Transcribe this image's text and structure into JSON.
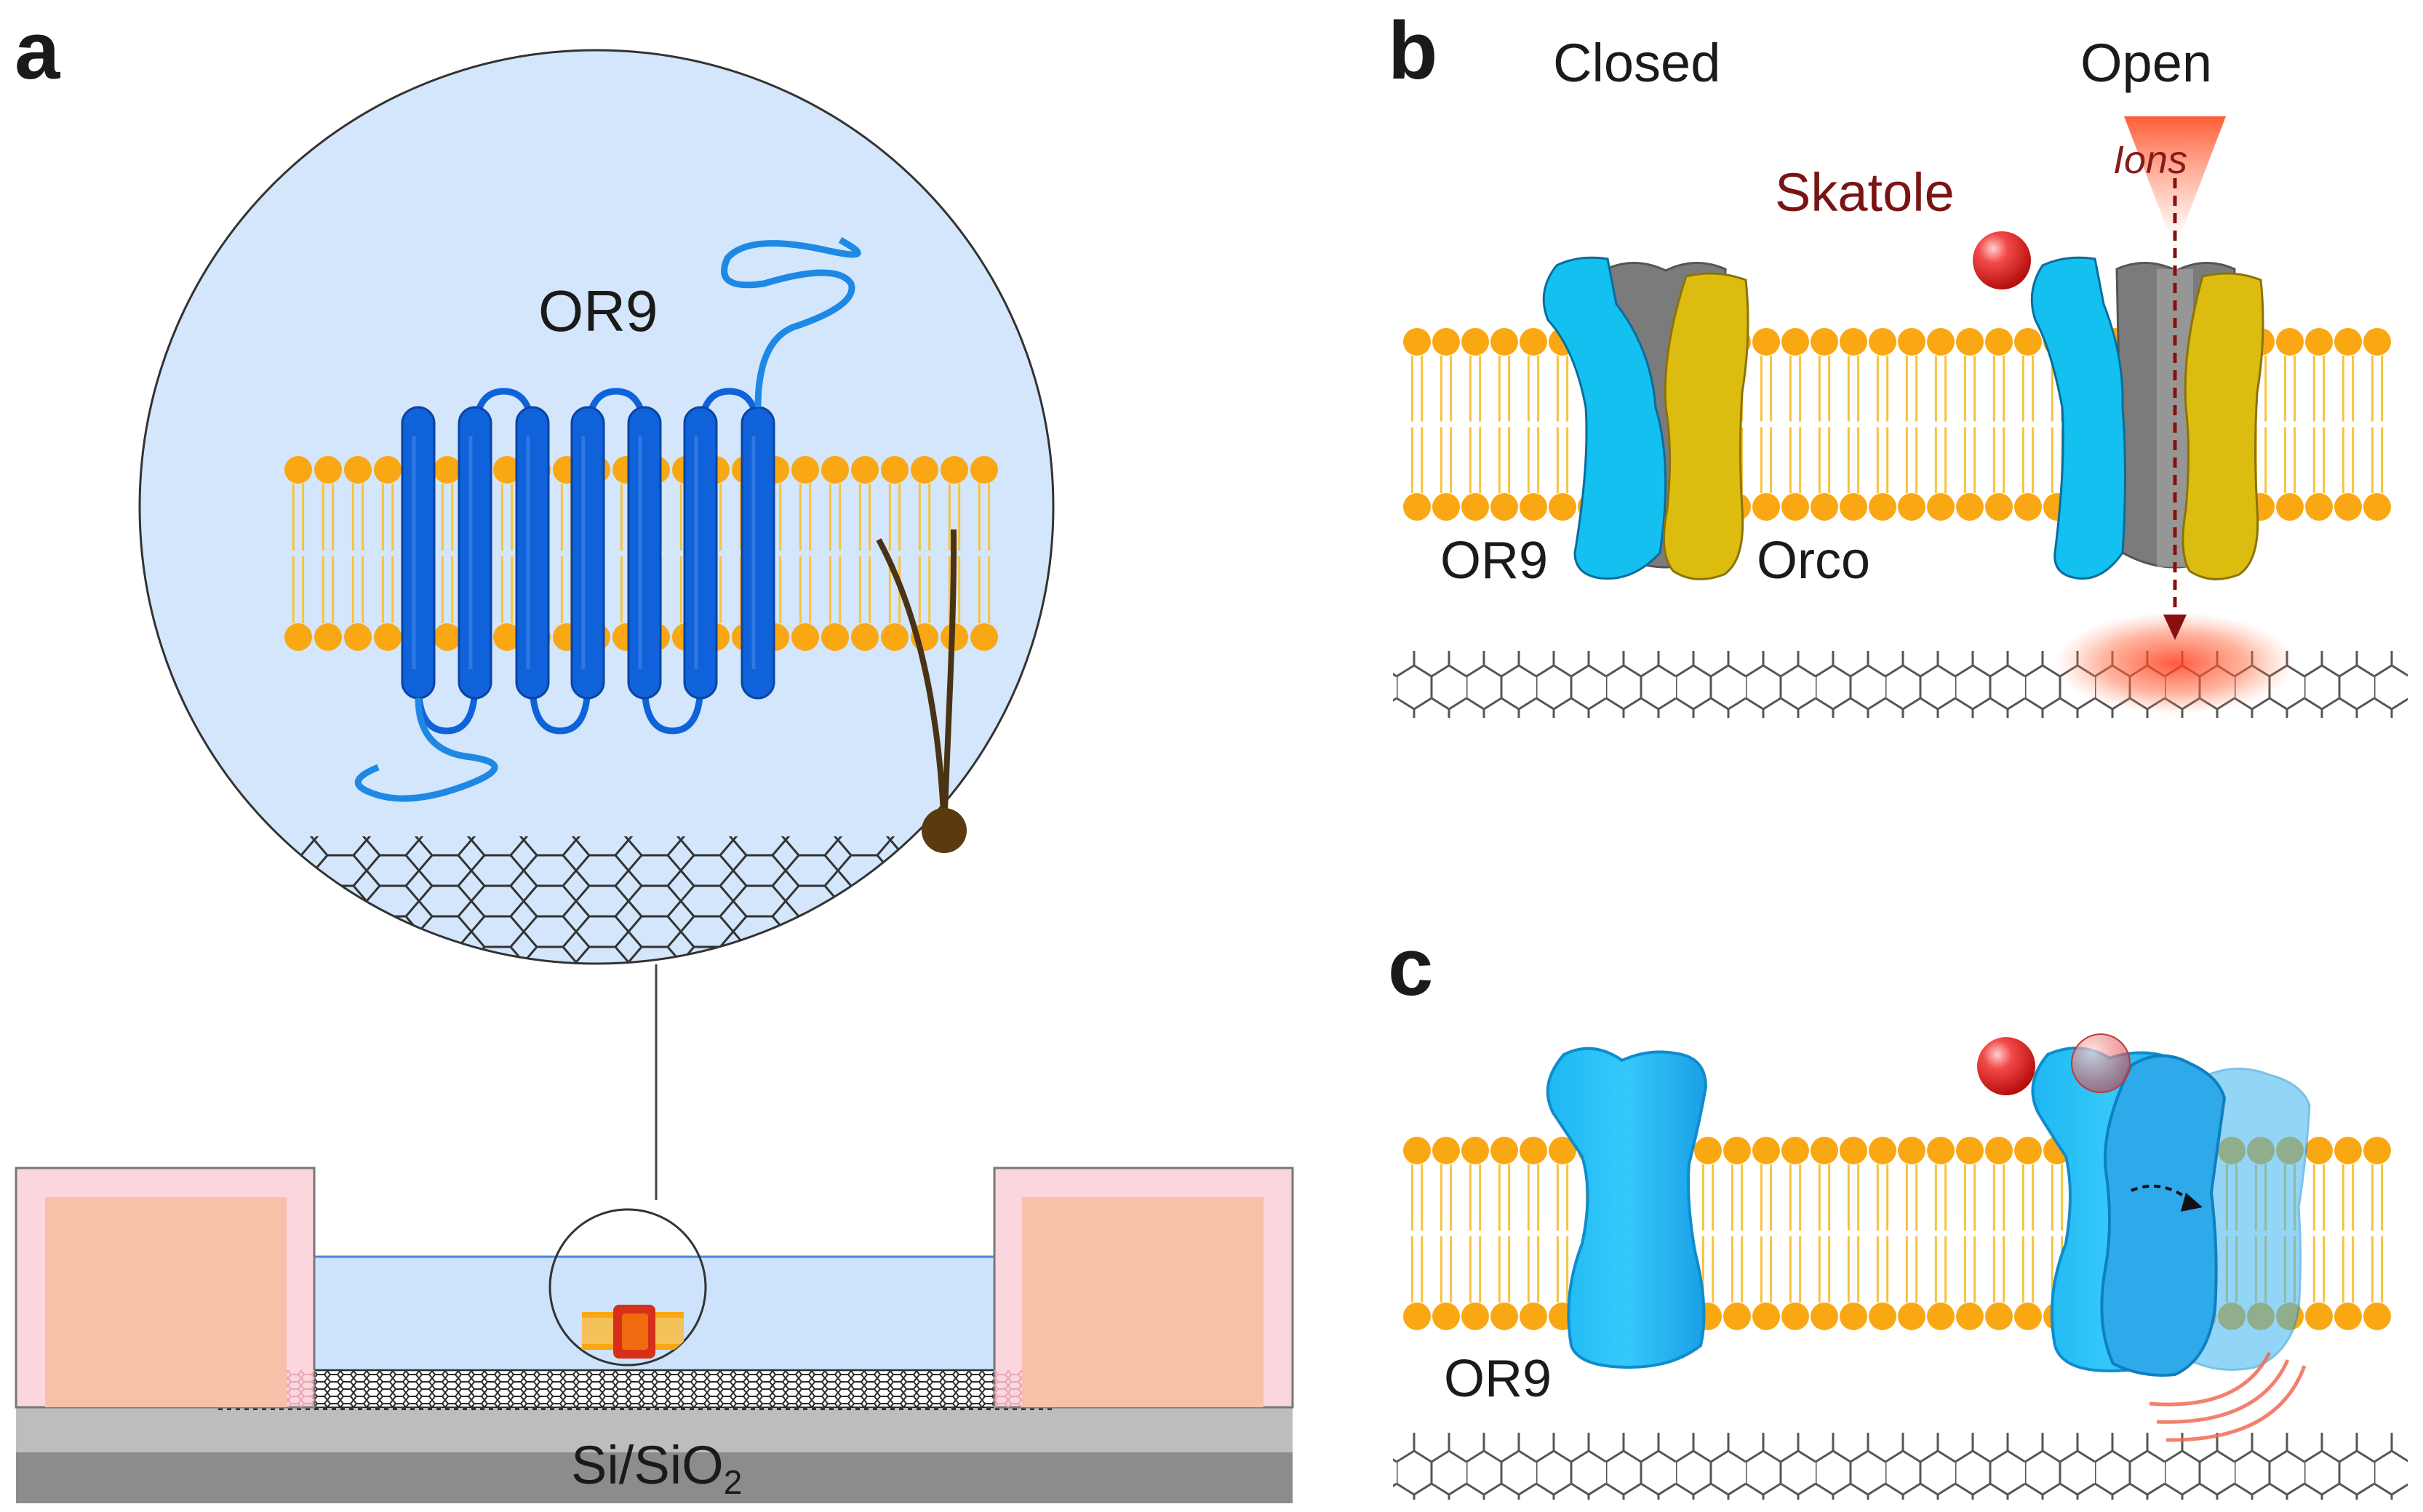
{
  "panels": {
    "a": {
      "letter": "a",
      "receptor_label": "OR9",
      "substrate_label": {
        "main": "Si/SiO",
        "subscript": "2"
      }
    },
    "b": {
      "letter": "b",
      "state_closed": "Closed",
      "state_open": "Open",
      "odorant_label": "Skatole",
      "flow_label": "Ions",
      "receptor_label": "OR9",
      "coreceptor_label": "Orco"
    },
    "c": {
      "letter": "c",
      "receptor_label": "OR9"
    }
  },
  "colors": {
    "lipid_head": "#f9a814",
    "lipid_tail": "#f7c23e",
    "receptor_blue": "#0f62d9",
    "or9_cyan": "#13c0f0",
    "orco_yellow": "#dcbc0e",
    "channel_gray": "#7b7b7b",
    "skatole_red": "#e32424",
    "ion_glow": "#ff5a2e",
    "label_dark_red": "#7a1414",
    "circle_fill": "#d3e6fb",
    "electrode_pink": "#fbd6dd",
    "electrode_inner": "#f9c0a8",
    "substrate_gray": "#bdbdbd",
    "substrate_dark": "#8c8c8c"
  }
}
